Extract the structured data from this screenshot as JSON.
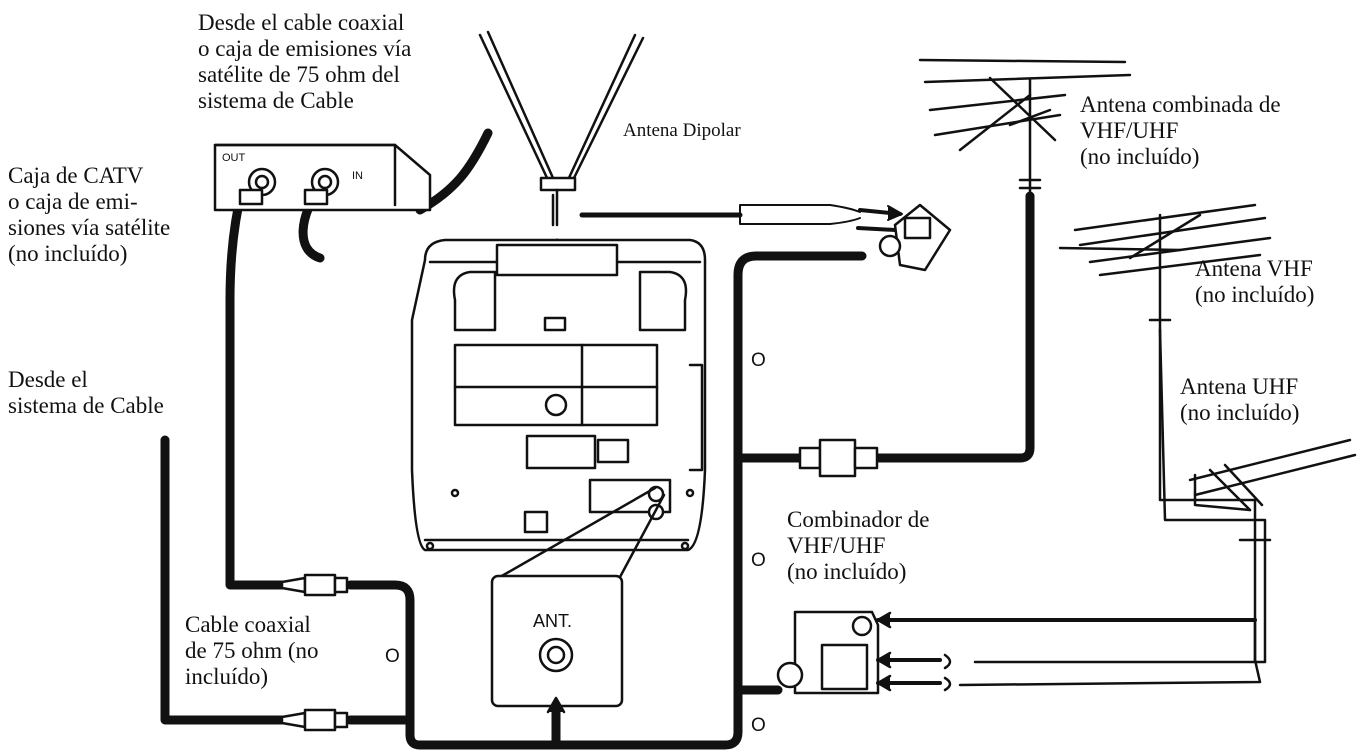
{
  "labels": {
    "from_coax": [
      "Desde el cable coaxial",
      "o caja de emisiones vía",
      "satélite de 75 ohm del",
      "sistema de Cable"
    ],
    "dipole": "Antena Dipolar",
    "combo_antenna": [
      "Antena combinada de",
      "VHF/UHF",
      "(no incluído)"
    ],
    "catv_box": [
      "Caja de CATV",
      "o caja de emi-",
      "siones vía satélite",
      "(no incluído)"
    ],
    "vhf_antenna": [
      "Antena VHF",
      "(no incluído)"
    ],
    "from_cable": [
      "Desde el",
      "sistema de Cable"
    ],
    "uhf_antenna": [
      "Antena UHF",
      "(no incluído)"
    ],
    "combiner": [
      "Combinador de",
      "VHF/UHF",
      "(no incluído)"
    ],
    "coax_cable": [
      "Cable coaxial",
      "de 75 ohm (no",
      "incluído)"
    ],
    "ant_jack": "ANT.",
    "box_out": "OUT",
    "box_in": "IN",
    "or_mark": "O"
  },
  "colors": {
    "line": "#111111",
    "fill": "#ffffff"
  }
}
